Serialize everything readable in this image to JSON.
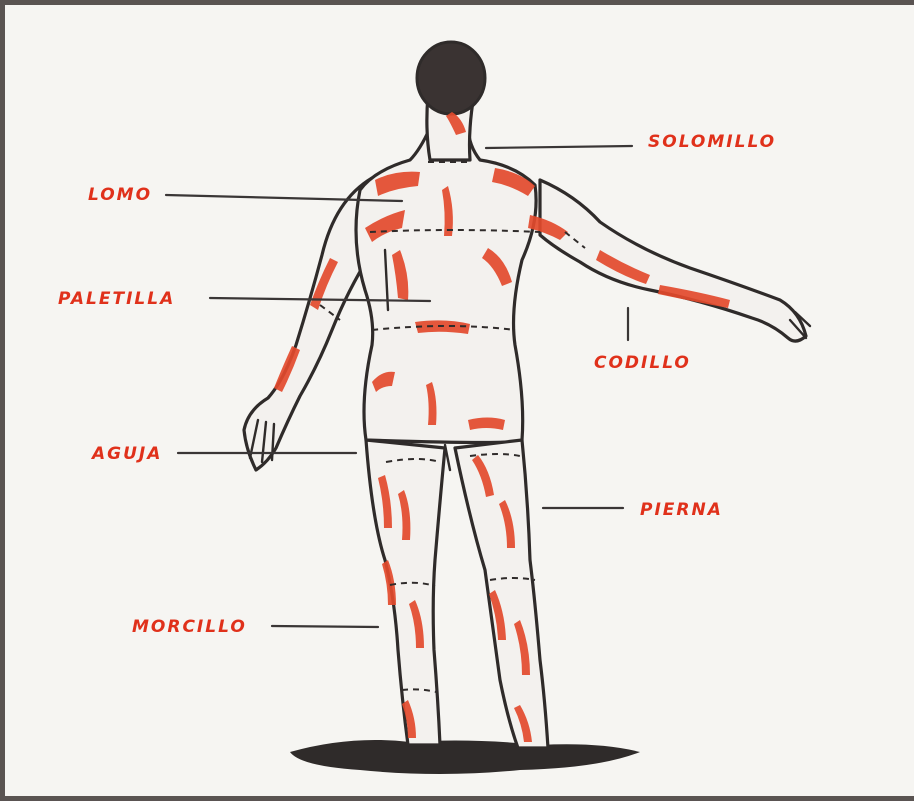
{
  "labels": {
    "solomillo": "SOLOMILLO",
    "lomo": "LOMO",
    "paletilla": "PALETILLA",
    "codillo": "CODILLO",
    "aguja": "AGUJA",
    "pierna": "PIERNA",
    "morcillo": "MORCILLO"
  },
  "colors": {
    "label": "#e0311b",
    "muscle": "#e34a2c",
    "ink": "#2f2b2a",
    "paper": "#f6f5f2"
  }
}
